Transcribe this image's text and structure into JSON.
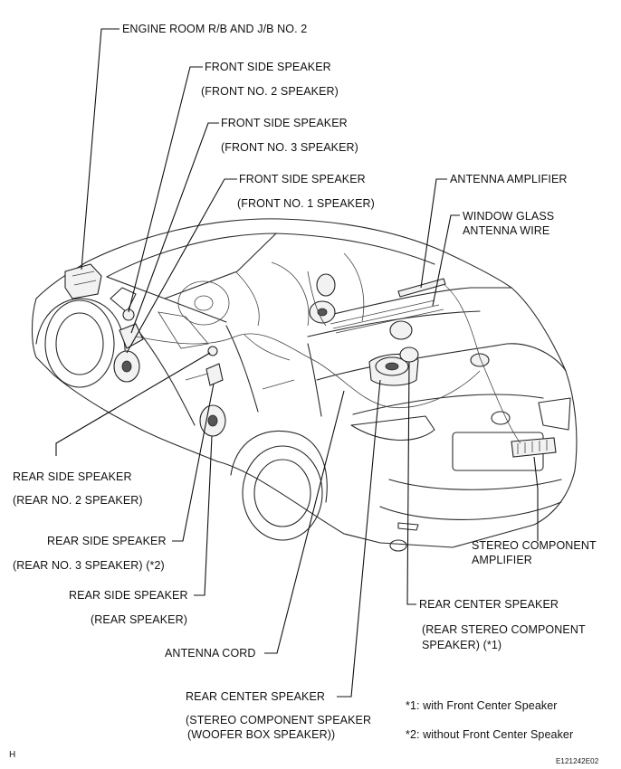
{
  "labels": {
    "engine_room_rb": "ENGINE ROOM R/B AND J/B NO. 2",
    "front_side_speaker_2": "FRONT SIDE SPEAKER",
    "front_no2": "(FRONT NO. 2 SPEAKER)",
    "front_side_speaker_3": "FRONT SIDE SPEAKER",
    "front_no3": "(FRONT NO. 3 SPEAKER)",
    "front_side_speaker_1": "FRONT SIDE SPEAKER",
    "front_no1": "(FRONT NO. 1 SPEAKER)",
    "antenna_amplifier": "ANTENNA AMPLIFIER",
    "window_glass_1": "WINDOW GLASS",
    "window_glass_2": "ANTENNA WIRE",
    "rear_side_speaker_a": "REAR SIDE SPEAKER",
    "rear_no2": "(REAR NO. 2 SPEAKER)",
    "rear_side_speaker_b": "REAR SIDE SPEAKER",
    "rear_no3": "(REAR NO. 3 SPEAKER) (*2)",
    "rear_side_speaker_c": "REAR SIDE SPEAKER",
    "rear_speaker": "(REAR SPEAKER)",
    "antenna_cord": "ANTENNA CORD",
    "stereo_amp_1": "STEREO COMPONENT",
    "stereo_amp_2": "AMPLIFIER",
    "rear_center_speaker_r": "REAR CENTER SPEAKER",
    "rear_stereo_comp_1": "(REAR STEREO COMPONENT",
    "rear_stereo_comp_2": "SPEAKER) (*1)",
    "rear_center_speaker_b": "REAR CENTER SPEAKER",
    "stereo_comp_woofer_1": "(STEREO COMPONENT SPEAKER",
    "stereo_comp_woofer_2": "(WOOFER BOX SPEAKER))"
  },
  "notes": {
    "note1": "*1: with Front Center Speaker",
    "note2": "*2: without Front Center Speaker"
  },
  "corner": {
    "left": "H",
    "right": "E121242E02"
  }
}
